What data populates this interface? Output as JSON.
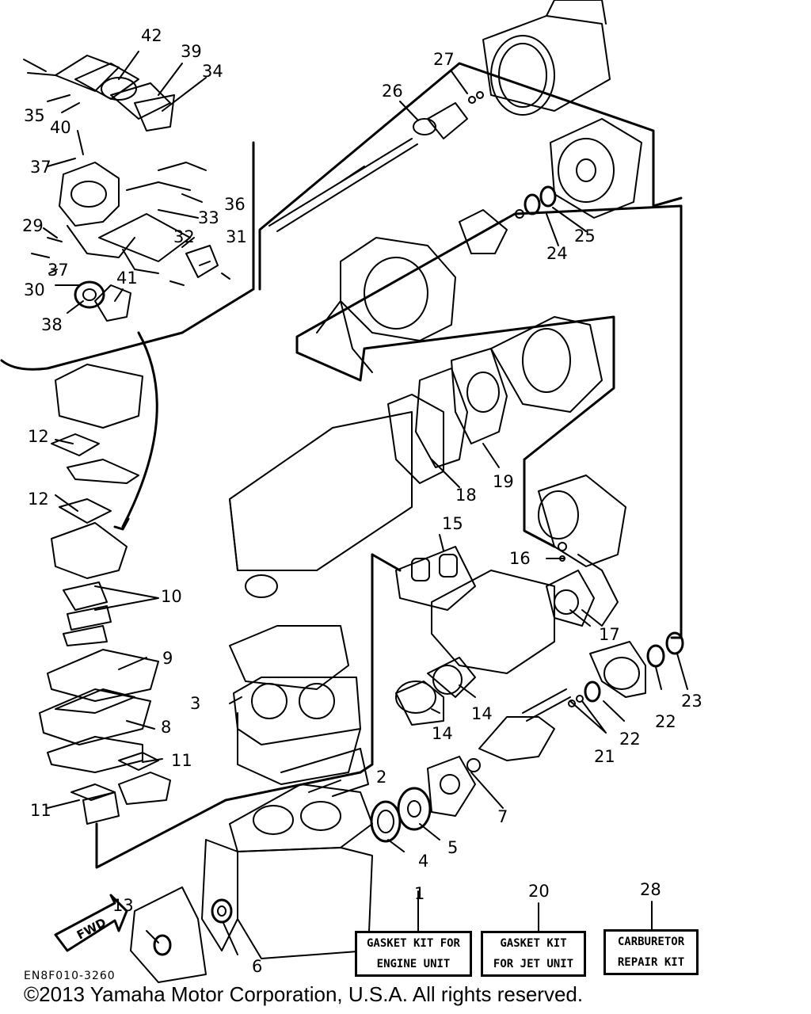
{
  "diagram": {
    "part_labels": {
      "p1": "1",
      "p2": "2",
      "p3": "3",
      "p4": "4",
      "p5": "5",
      "p6": "6",
      "p7": "7",
      "p8": "8",
      "p9": "9",
      "p10": "10",
      "p11a": "11",
      "p11b": "11",
      "p12a": "12",
      "p12b": "12",
      "p13": "13",
      "p14a": "14",
      "p14b": "14",
      "p15": "15",
      "p16": "16",
      "p17": "17",
      "p18": "18",
      "p19": "19",
      "p20": "20",
      "p21": "21",
      "p22a": "22",
      "p22b": "22",
      "p23": "23",
      "p24": "24",
      "p25": "25",
      "p26": "26",
      "p27": "27",
      "p28": "28",
      "p29": "29",
      "p30": "30",
      "p31": "31",
      "p32": "32",
      "p33": "33",
      "p34": "34",
      "p35": "35",
      "p36": "36",
      "p37a": "37",
      "p37b": "37",
      "p38": "38",
      "p39": "39",
      "p40": "40",
      "p41": "41",
      "p42": "42"
    },
    "kits": {
      "engine": {
        "line1": "GASKET KIT FOR",
        "line2": "ENGINE UNIT"
      },
      "jet": {
        "line1": "GASKET KIT",
        "line2": "FOR JET UNIT"
      },
      "carb": {
        "line1": "CARBURETOR",
        "line2": "REPAIR KIT"
      }
    },
    "fwd_label": "FWD",
    "drawing_code": "EN8F010-3260"
  },
  "footer": {
    "copyright": "©2013 Yamaha Motor Corporation, U.S.A. All rights reserved."
  }
}
